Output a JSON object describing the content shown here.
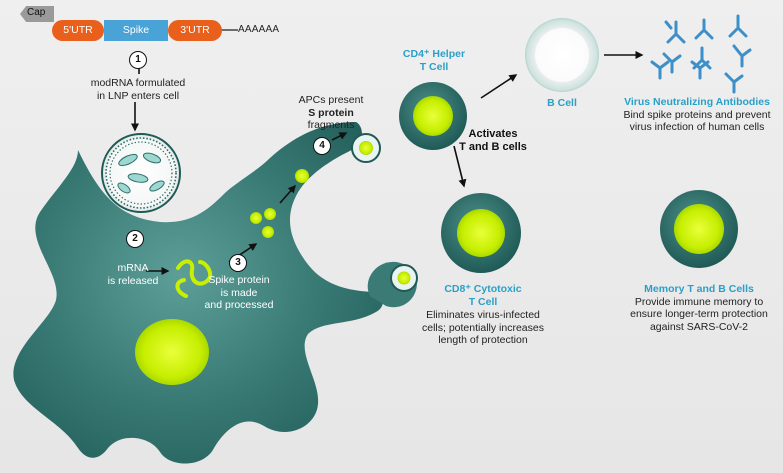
{
  "mrna": {
    "cap": "Cap",
    "utr5": "5'UTR",
    "spike": "Spike",
    "utr3": "3'UTR",
    "polya": "AAAAAA"
  },
  "steps": {
    "s1": "1",
    "s2": "2",
    "s3": "3",
    "s4": "4"
  },
  "labels": {
    "lnp_line1": "modRNA formulated",
    "lnp_line2": "in LNP enters cell",
    "mrna_line1": "mRNA",
    "mrna_line2": "is released",
    "spike_line1": "Spike protein",
    "spike_line2": "is made",
    "spike_line3": "and processed",
    "apc_line1": "APCs present",
    "apc_line2": "S protein",
    "apc_line3": "fragments",
    "activates_line1": "Activates",
    "activates_line2": "T and B cells",
    "cd4_line1": "CD4⁺ Helper",
    "cd4_line2": "T Cell",
    "bcell": "B Cell",
    "antibodies_title": "Virus Neutralizing Antibodies",
    "antibodies_line1": "Bind spike proteins and prevent",
    "antibodies_line2": "virus infection of human cells",
    "cd8_line1": "CD8⁺ Cytotoxic",
    "cd8_line2": "T Cell",
    "cd8_desc1": "Eliminates virus-infected",
    "cd8_desc2": "cells; potentially increases",
    "cd8_desc3": "length of protection",
    "memory_title": "Memory T and B Cells",
    "memory_line1": "Provide immune memory to",
    "memory_line2": "ensure longer-term protection",
    "memory_line3": "against SARS-CoV-2"
  },
  "colors": {
    "cell_body": "#2f6f6b",
    "cell_highlight": "#4f938d",
    "nucleus": "#c8f000",
    "utr": "#e8601c",
    "spike_box": "#4aa3d6",
    "accent_text": "#2aa0c9",
    "antibody": "#3d8fc9"
  },
  "icons": [
    "arrow-icon",
    "antibody-icon",
    "lnp-particle-icon",
    "mrna-strand-icon"
  ]
}
